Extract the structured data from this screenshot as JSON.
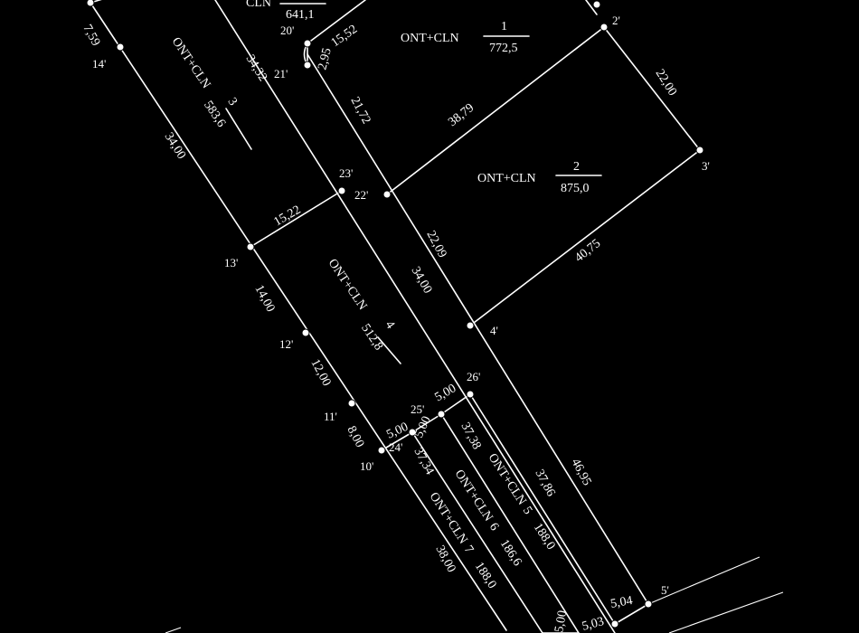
{
  "parcels": [
    {
      "code": "ONT+CLN",
      "number": "1",
      "area": "772,5"
    },
    {
      "code": "ONT+CLN",
      "number": "2",
      "area": "875,0"
    },
    {
      "code": "ONT+CLN",
      "number": "3",
      "area": "583,6"
    },
    {
      "code": "ONT+CLN",
      "number": "4",
      "area": "512,8"
    },
    {
      "code": "ONT+CLN",
      "number": "5",
      "area": "188,0"
    },
    {
      "code": "ONT+CLN",
      "number": "6",
      "area": "186,6"
    },
    {
      "code": "ONT+CLN",
      "number": "7",
      "area": "188,0"
    },
    {
      "code": "CLN",
      "area": "641,1"
    }
  ],
  "points": [
    "2'",
    "3'",
    "4'",
    "5'",
    "10'",
    "11'",
    "12'",
    "13'",
    "14'",
    "20'",
    "21'",
    "22'",
    "23'",
    "24'",
    "25'",
    "26'"
  ],
  "dimensions": [
    "7,59",
    "34,32",
    "15,52",
    "2,95",
    "21,72",
    "38,79",
    "22,00",
    "34,00",
    "15,22",
    "22,09",
    "40,75",
    "34,00",
    "14,00",
    "12,00",
    "8,00",
    "5,00",
    "5,00",
    "5,00",
    "37,38",
    "37,34",
    "37,86",
    "46,95",
    "38,00",
    "5,04",
    "5,03",
    "5,00"
  ]
}
